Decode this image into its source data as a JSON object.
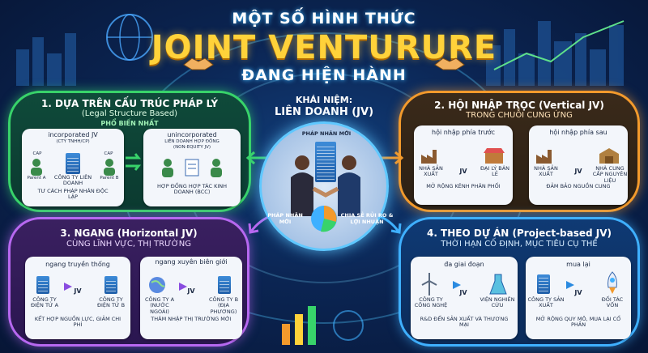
{
  "title": {
    "line1": "MỘT SỐ HÌNH THỨC",
    "line2": "JOINT VENTURURE",
    "line3": "ĐANG HIỆN HÀNH"
  },
  "center": {
    "caption1": "KHÁI NIỆM:",
    "caption2": "LIÊN DOANH (JV)",
    "top_label": "PHÁP NHÂN MỚI",
    "left_label": "PHÁP NHÂN MỚI",
    "right_label": "CHIA SẺ RỦI RO & LỢI NHUẬN"
  },
  "panel1": {
    "title": "1. DỰA TRÊN CẤU TRÚC PHÁP LÝ",
    "subtitle": "(Legal Structure Based)",
    "tag": "PHỔ BIẾN NHẤT",
    "left": {
      "heading": "incorporated JV",
      "sub": "(CTY TNHH/CP)",
      "cap_left": "CAP",
      "cap_right": "CAP",
      "parent_a": "Parent A",
      "parent_b": "Parent B",
      "center": "CÔNG TY LIÊN DOANH",
      "footer": "TƯ CÁCH PHÁP NHÂN ĐỘC LẬP"
    },
    "right": {
      "heading": "unincorporated",
      "sub1": "LIÊN DOANH HỢP ĐỒNG",
      "sub2": "(NON-EQUITY JV)",
      "footer": "HỢP ĐỒNG HỢP TÁC KINH DOANH (BCC)"
    }
  },
  "panel2": {
    "title": "2. HỘI NHẬP TRỌC (Vertical JV)",
    "subtitle": "TRONG CHUỖI CUNG ỨNG",
    "left": {
      "heading": "hội nhập phía trước",
      "a": "NHÀ SẢN XUẤT",
      "jv": "JV",
      "b": "ĐẠI LÝ BÁN LẺ",
      "footer": "MỞ RỘNG KÊNH PHÂN PHỐI"
    },
    "right": {
      "heading": "hội nhập phía sau",
      "a": "NHÀ SẢN XUẤT",
      "jv": "JV",
      "b": "NHÀ CUNG CẤP NGUYÊN LIỆU",
      "footer": "ĐẢM BẢO NGUỒN CUNG"
    }
  },
  "panel3": {
    "title": "3. NGANG (Horizontal JV)",
    "subtitle": "CÙNG LĨNH VỰC, THỊ TRƯỜNG",
    "left": {
      "heading": "ngang truyền thống",
      "a": "CÔNG TY ĐIỆN TỬ A",
      "jv": "JV",
      "b": "CÔNG TY ĐIỆN TỬ B",
      "footer": "KẾT HỢP NGUỒN LỰC, GIẢM CHI PHÍ"
    },
    "right": {
      "heading": "ngang xuyên biên giới",
      "a": "CÔNG TY A (NƯỚC NGOÀI)",
      "jv": "JV",
      "b": "CÔNG TY B (ĐỊA PHƯƠNG)",
      "footer": "THÂM NHẬP THỊ TRƯỜNG MỚI"
    }
  },
  "panel4": {
    "title": "4. THEO DỰ ÁN (Project-based JV)",
    "subtitle": "THỜI HẠN CỐ ĐỊNH, MỤC TIÊU CỤ THỂ",
    "left": {
      "heading": "đa giai đoạn",
      "a": "CÔNG TY CÔNG NGHỆ",
      "jv": "JV",
      "b": "VIỆN NGHIÊN CỨU",
      "footer": "R&D ĐẾN SẢN XUẤT VÀ THƯƠNG MẠI"
    },
    "right": {
      "heading": "mua lại",
      "a": "CÔNG TY SẢN XUẤT",
      "jv": "JV",
      "b": "ĐỐI TÁC VỐN",
      "footer": "MỞ RỘNG QUY MÔ, MUA LẠI CỔ PHẦN"
    }
  },
  "colors": {
    "green": "#38d36a",
    "orange": "#f39a2c",
    "purple": "#b768f0",
    "blue": "#3fb0ff",
    "gold": "#ffd23a"
  }
}
